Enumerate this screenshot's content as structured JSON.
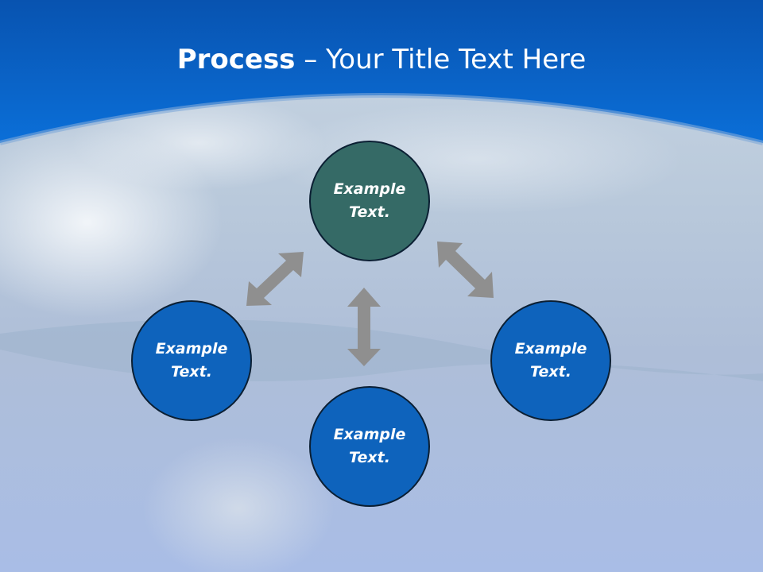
{
  "title": {
    "bold": "Process",
    "rest": " – Your Title Text Here"
  },
  "nodes": {
    "center": "Example\nText.",
    "left": "Example\nText.",
    "right": "Example\nText.",
    "bottom": "Example\nText."
  },
  "colors": {
    "header_blue": "#0a64c8",
    "center_node": "#356a66",
    "outer_node": "#0e63bc",
    "arrow": "#8f8f8f"
  }
}
